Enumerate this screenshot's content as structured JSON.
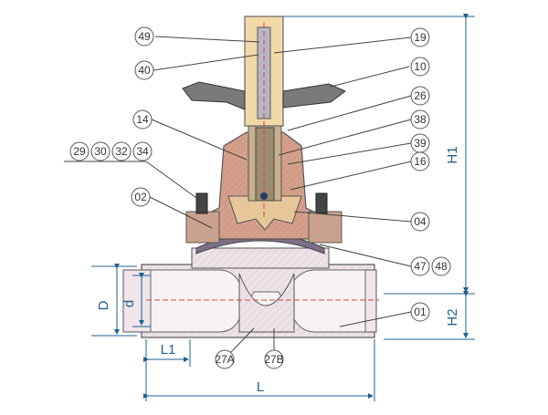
{
  "title": "",
  "callouts": {
    "c49": "49",
    "c19": "19",
    "c40": "40",
    "c10": "10",
    "c26": "26",
    "c14": "14",
    "c38": "38",
    "c39": "39",
    "c16": "16",
    "c29": "29",
    "c30": "30",
    "c32": "32",
    "c34": "34",
    "c02": "02",
    "c04": "04",
    "c47": "47",
    "c48": "48",
    "c01": "01",
    "c27a": "27A",
    "c27b": "27B"
  },
  "dimensions": {
    "D": "D",
    "d": "d",
    "H1": "H1",
    "H2": "H2",
    "L1": "L1",
    "L": "L"
  },
  "colors": {
    "body": "#eadfe4",
    "bonnet": "#d9a38c",
    "handwheel": "#7a7a7a",
    "spindle": "#f4d6a4",
    "dimension": "#1f5f8f"
  }
}
